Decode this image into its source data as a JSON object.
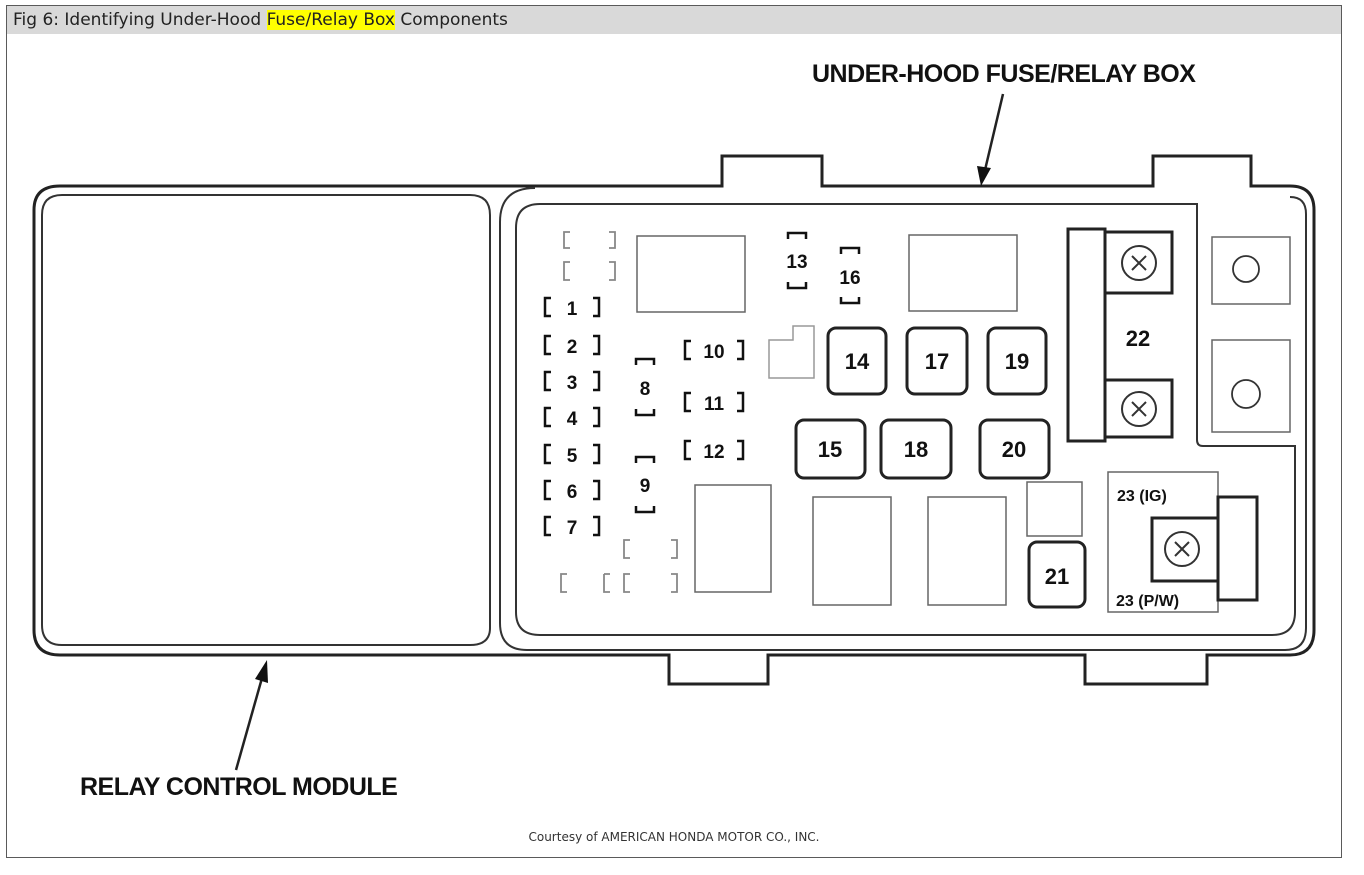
{
  "header": {
    "title_prefix": "Fig 6: Identifying Under-Hood ",
    "title_highlight": "Fuse/Relay Box",
    "title_suffix": " Components"
  },
  "diagram": {
    "label_fuse_box": "UNDER-HOOD FUSE/RELAY BOX",
    "label_relay_module": "RELAY CONTROL MODULE",
    "small_fuses": [
      "1",
      "2",
      "3",
      "4",
      "5",
      "6",
      "7"
    ],
    "vertical_fuses": [
      "8",
      "9",
      "13",
      "16"
    ],
    "mid_fuses": [
      "10",
      "11",
      "12"
    ],
    "large_fuses": [
      "14",
      "15",
      "17",
      "18",
      "19",
      "20",
      "21"
    ],
    "fuse_22": "22",
    "fuse_23_ig": "23 (IG)",
    "fuse_23_pw": "23 (P/W)"
  },
  "footer": {
    "credit": "Courtesy of AMERICAN HONDA MOTOR CO., INC."
  },
  "colors": {
    "highlight": "#ffff00",
    "titlebar": "#d9d9d9"
  }
}
